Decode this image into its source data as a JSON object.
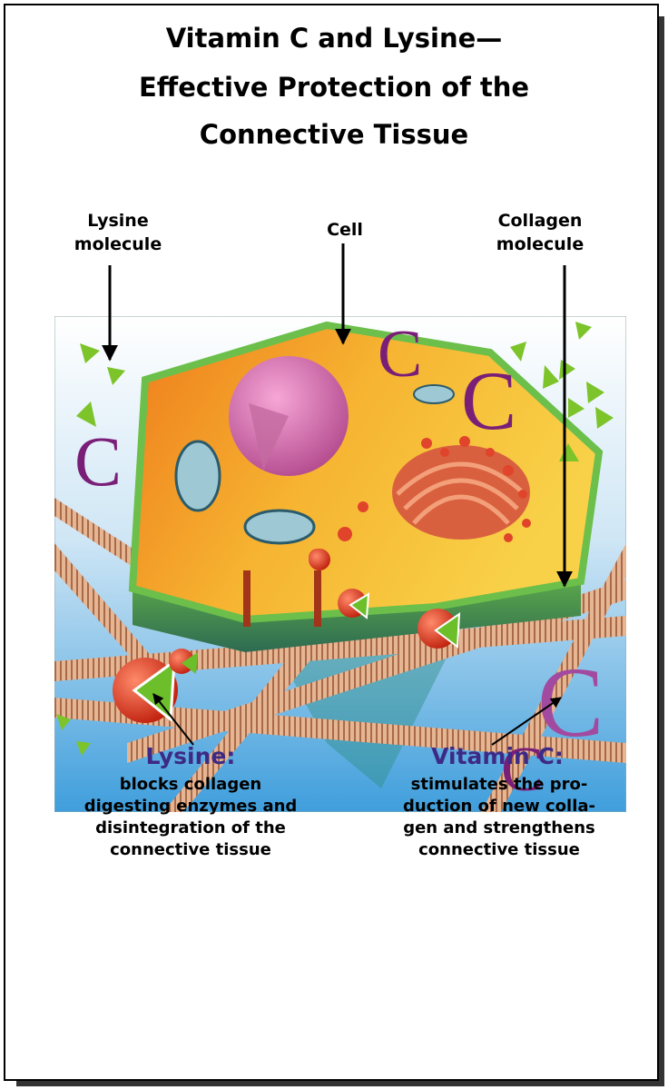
{
  "title": {
    "line1": "Vitamin C and Lysine—",
    "line2": "Effective Protection of the",
    "line3": "Connective Tissue"
  },
  "labels": {
    "lysine_molecule": [
      "Lysine",
      "molecule"
    ],
    "cell": "Cell",
    "collagen_molecule": [
      "Collagen",
      "molecule"
    ]
  },
  "lysine": {
    "heading": "Lysine:",
    "lines": [
      "blocks collagen",
      "digesting enzymes and",
      "disintegration of the",
      "connective tissue"
    ]
  },
  "vitamin_c": {
    "heading": "Vitamin C:",
    "lines": [
      "stimulates the pro-",
      "duction of new colla-",
      "gen and strengthens",
      "connective tissue"
    ]
  },
  "colors": {
    "heading": "#3d2a86",
    "vitamin_c_glyph": "#7a1f78",
    "cell_fill": "#f2a81e",
    "cell_border": "#6cbf4a",
    "lysine_wedge": "#6cbf2a",
    "enzyme_ball": "#d83a1e",
    "collagen_fiber": "#d9a37e",
    "background_top": "#ffffff",
    "background_bottom": "#4aa6e0"
  },
  "diagram_glyph": "C"
}
